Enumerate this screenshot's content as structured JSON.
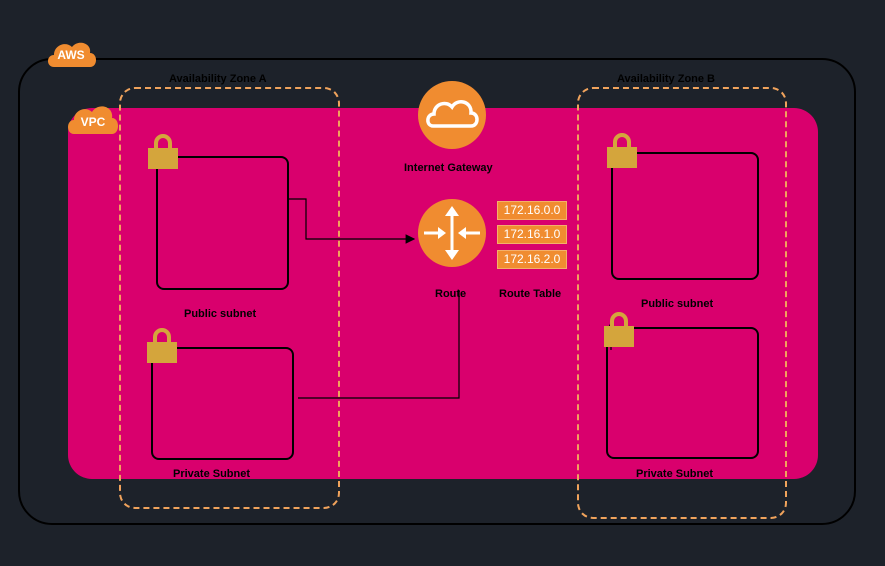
{
  "badges": {
    "aws": "AWS",
    "vpc": "VPC"
  },
  "zones": {
    "a_label": "Availability Zone A",
    "b_label": "Availability Zone B"
  },
  "gateway": {
    "label": "Internet Gateway"
  },
  "route": {
    "label": "Route"
  },
  "route_table": {
    "label": "Route Table",
    "entries": [
      "172.16.0.0",
      "172.16.1.0",
      "172.16.2.0"
    ]
  },
  "subnets": {
    "a_public": "Public subnet",
    "a_private": "Private Subnet",
    "b_public": "Public subnet",
    "b_private": "Private Subnet"
  },
  "colors": {
    "background": "#1d222a",
    "vpc_fill": "#d9006d",
    "orange": "#f08c30",
    "lock": "#d4a53c",
    "az_border": "#f0a35c"
  },
  "icons": [
    "cloud-icon",
    "router-icon",
    "lock-icon"
  ]
}
